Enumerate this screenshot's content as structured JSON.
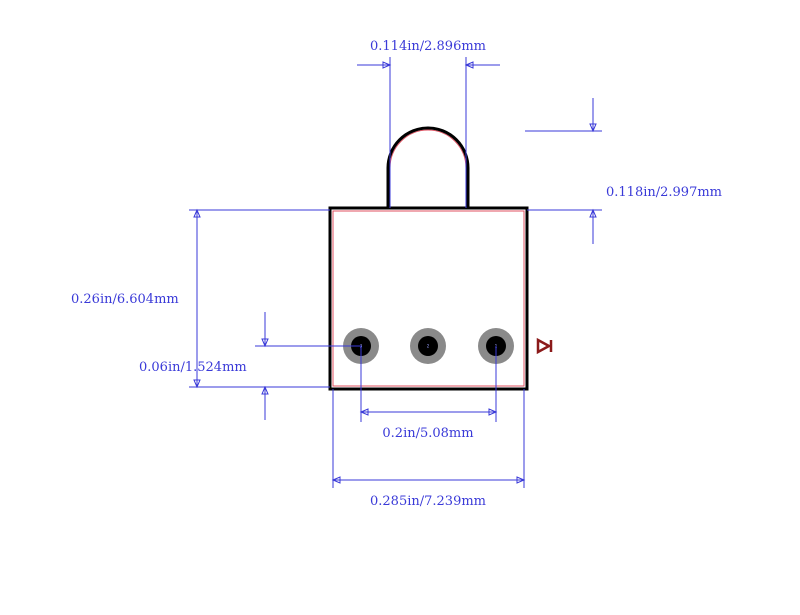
{
  "colors": {
    "dimension": "#3a3ad8",
    "outline": "#000000",
    "courtyard": "#e05060",
    "pad": "#8a8a8a",
    "hole": "#000000",
    "polarity": "#8b1a1a",
    "pin_label": "#9aa0ff"
  },
  "dimensions": {
    "tab_width": "0.114in/2.896mm",
    "tab_height": "0.118in/2.997mm",
    "body_height": "0.26in/6.604mm",
    "pin_offset": "0.06in/1.524mm",
    "pin_span": "0.2in/5.08mm",
    "body_width": "0.285in/7.239mm"
  },
  "pins": [
    {
      "label": "3"
    },
    {
      "label": "2"
    },
    {
      "label": "1"
    }
  ],
  "polarity_icon": "diode-symbol"
}
